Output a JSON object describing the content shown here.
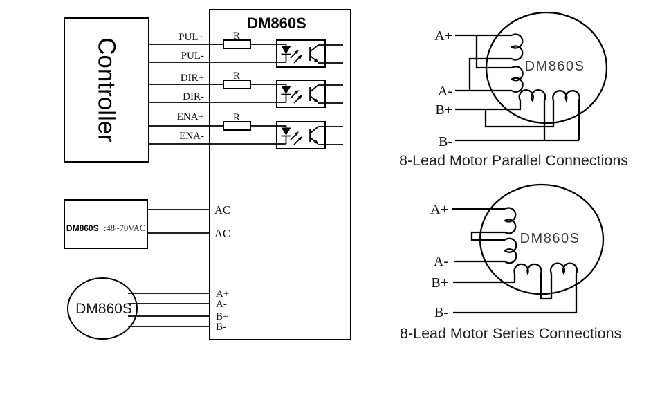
{
  "colors": {
    "background": "#ffffff",
    "line": "#000000",
    "label_text": "#111111",
    "circle_text": "#3d3d3d",
    "caption_text": "#1f1f1f"
  },
  "controller": {
    "label": "Controller"
  },
  "driver": {
    "title": "DM860S",
    "signals": [
      "PUL+",
      "PUL-",
      "DIR+",
      "DIR-",
      "ENA+",
      "ENA-"
    ],
    "resistor_label": "R",
    "ac_terminals": [
      "AC",
      "AC"
    ],
    "motor_terminals": [
      "A+",
      "A-",
      "B+",
      "B-"
    ]
  },
  "power_supply": {
    "model": "DM860S",
    "voltage": ":48~70VAC"
  },
  "motor": {
    "label": "DM860S"
  },
  "parallel_connection": {
    "motor_label": "DM860S",
    "terminals": [
      "A+",
      "A-",
      "B+",
      "B-"
    ],
    "caption": "8-Lead Motor Parallel Connections"
  },
  "series_connection": {
    "motor_label": "DM860S",
    "terminals": [
      "A+",
      "A-",
      "B+",
      "B-"
    ],
    "caption": "8-Lead Motor Series Connections"
  }
}
